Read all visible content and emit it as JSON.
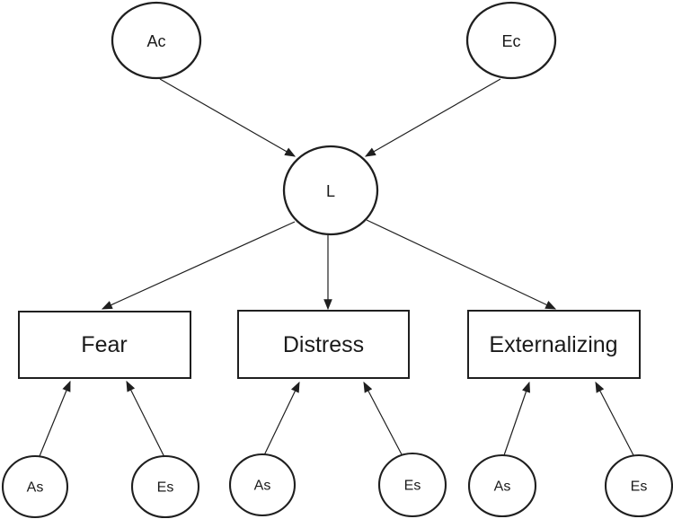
{
  "diagram": {
    "kind": "sem-path-diagram",
    "colors": {
      "stroke": "#1f1f1f",
      "text": "#1a1a1a",
      "background": "#ffffff"
    },
    "nodes": {
      "ac": {
        "label": "Ac",
        "shape": "circle"
      },
      "ec": {
        "label": "Ec",
        "shape": "circle"
      },
      "l": {
        "label": "L",
        "shape": "circle"
      },
      "fear": {
        "label": "Fear",
        "shape": "rectangle"
      },
      "distress": {
        "label": "Distress",
        "shape": "rectangle"
      },
      "externalizing": {
        "label": "Externalizing",
        "shape": "rectangle"
      },
      "as_fear": {
        "label": "As",
        "shape": "circle"
      },
      "es_fear": {
        "label": "Es",
        "shape": "circle"
      },
      "as_distress": {
        "label": "As",
        "shape": "circle"
      },
      "es_distress": {
        "label": "Es",
        "shape": "circle"
      },
      "as_externalizing": {
        "label": "As",
        "shape": "circle"
      },
      "es_externalizing": {
        "label": "Es",
        "shape": "circle"
      }
    },
    "edges": [
      {
        "from": "Ac",
        "to": "L"
      },
      {
        "from": "Ec",
        "to": "L"
      },
      {
        "from": "L",
        "to": "Fear"
      },
      {
        "from": "L",
        "to": "Distress"
      },
      {
        "from": "L",
        "to": "Externalizing"
      },
      {
        "from": "As",
        "to": "Fear"
      },
      {
        "from": "Es",
        "to": "Fear"
      },
      {
        "from": "As",
        "to": "Distress"
      },
      {
        "from": "Es",
        "to": "Distress"
      },
      {
        "from": "As",
        "to": "Externalizing"
      },
      {
        "from": "Es",
        "to": "Externalizing"
      }
    ]
  }
}
